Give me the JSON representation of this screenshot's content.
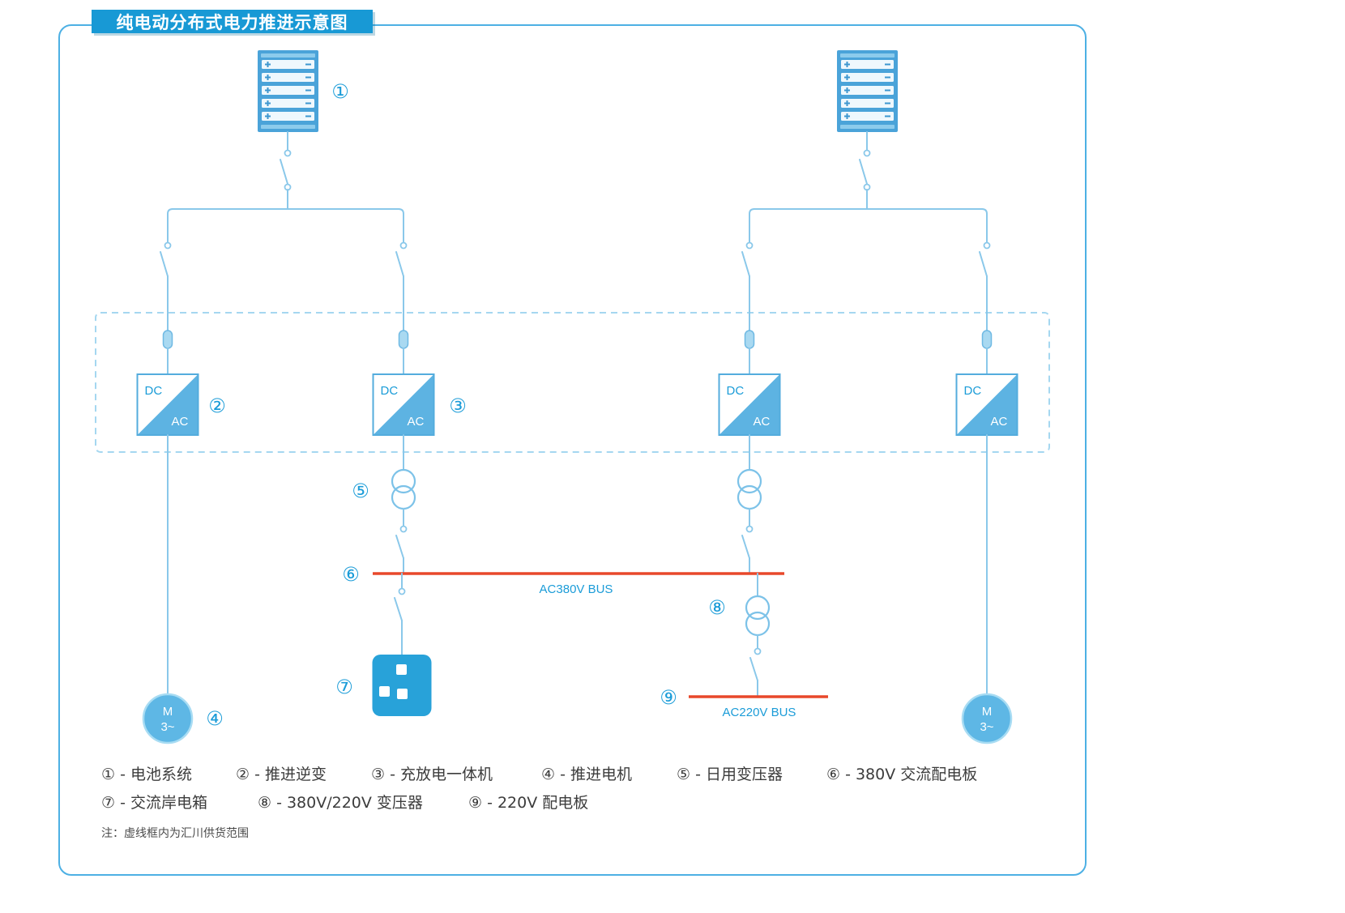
{
  "title": "纯电动分布式电力推进示意图",
  "callouts": {
    "c1": "①",
    "c2": "②",
    "c3": "③",
    "c4": "④",
    "c5": "⑤",
    "c6": "⑥",
    "c7": "⑦",
    "c8": "⑧",
    "c9": "⑨"
  },
  "converter": {
    "dc": "DC",
    "ac": "AC"
  },
  "motor": {
    "letter": "M",
    "phase": "3~"
  },
  "buses": {
    "ac380": "AC380V BUS",
    "ac220": "AC220V BUS"
  },
  "legend": {
    "row1": [
      "① - 电池系统",
      "② - 推进逆变",
      "③ - 充放电一体机",
      "④ - 推进电机",
      "⑤ - 日用变压器",
      "⑥ - 380V 交流配电板"
    ],
    "row2": [
      "⑦ - 交流岸电箱",
      "⑧ - 380V/220V 变压器",
      "⑨ - 220V 配电板"
    ]
  },
  "note": "注：虚线框内为汇川供货范围",
  "colors": {
    "accent": "#1b9cd8",
    "line": "#8ac8ea",
    "bus_red": "#e8482b",
    "battery_fill": "#4aa3d9",
    "shore_box_fill": "#28a2d9"
  }
}
